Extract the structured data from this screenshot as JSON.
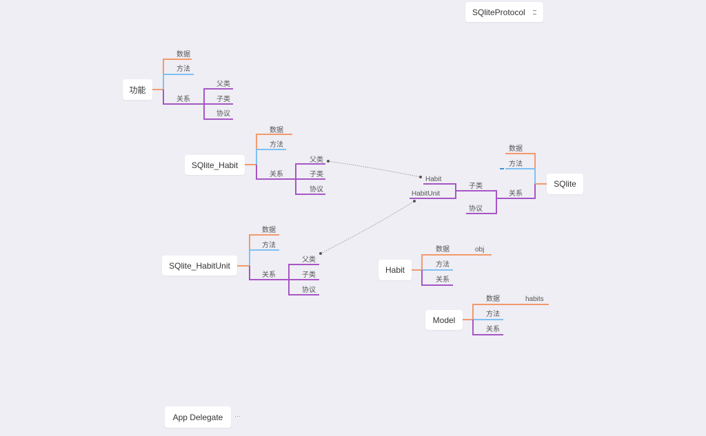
{
  "colors": {
    "data": "#f2996b",
    "method": "#7ec0f2",
    "relation": "#a655c4",
    "connector": "#8a8a8a"
  },
  "topics": {
    "sqliteprotocol": "SQliteProtocol",
    "gongneng": "功能",
    "sqlite_habit": "SQlite_Habit",
    "sqlite_habitunit": "SQlite_HabitUnit",
    "sqlite": "SQlite",
    "habit": "Habit",
    "model": "Model",
    "appdelegate": "App Delegate"
  },
  "labels": {
    "data": "数据",
    "method": "方法",
    "relation": "关系",
    "parent": "父类",
    "child": "子类",
    "protocol": "协议",
    "habit_child": "Habit",
    "habitunit_child": "HabitUnit",
    "obj": "obj",
    "habits": "habits"
  }
}
